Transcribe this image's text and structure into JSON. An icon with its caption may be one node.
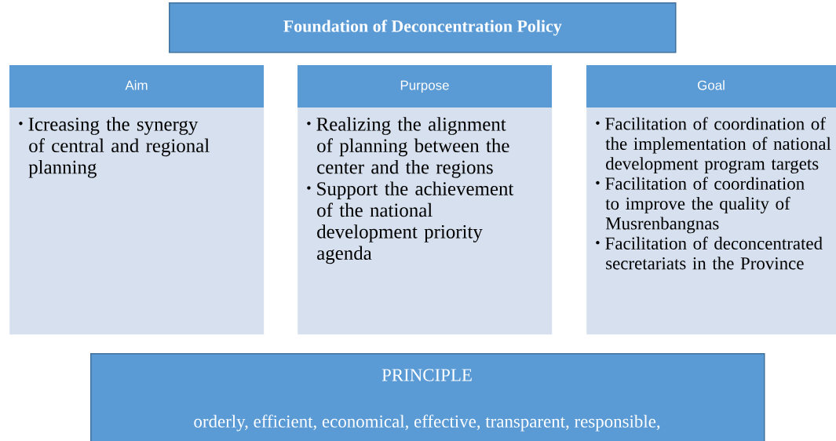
{
  "diagram": {
    "nodes": [
      {
        "text": [
          "Foundation of Deconcentration Policy"
        ]
      },
      {
        "text": [
          "Aim",
          "Icreasing the synergy of central and regional planning"
        ]
      },
      {
        "text": [
          "Purpose",
          "Realizing the alignment of planning between the center and the regions",
          "Support the achievement of the national development priority agenda"
        ]
      },
      {
        "text": [
          "Goal",
          "Facilitation of coordination of the implementation of national development program targets",
          "Facilitation of coordination to improve the quality of Musrenbangnas",
          "Facilitation of deconcentrated secretariats in the Province"
        ]
      },
      {
        "text": [
          "PRINCIPLE",
          "orderly, efficient, economical, effective, transparent, responsible,"
        ]
      }
    ]
  }
}
